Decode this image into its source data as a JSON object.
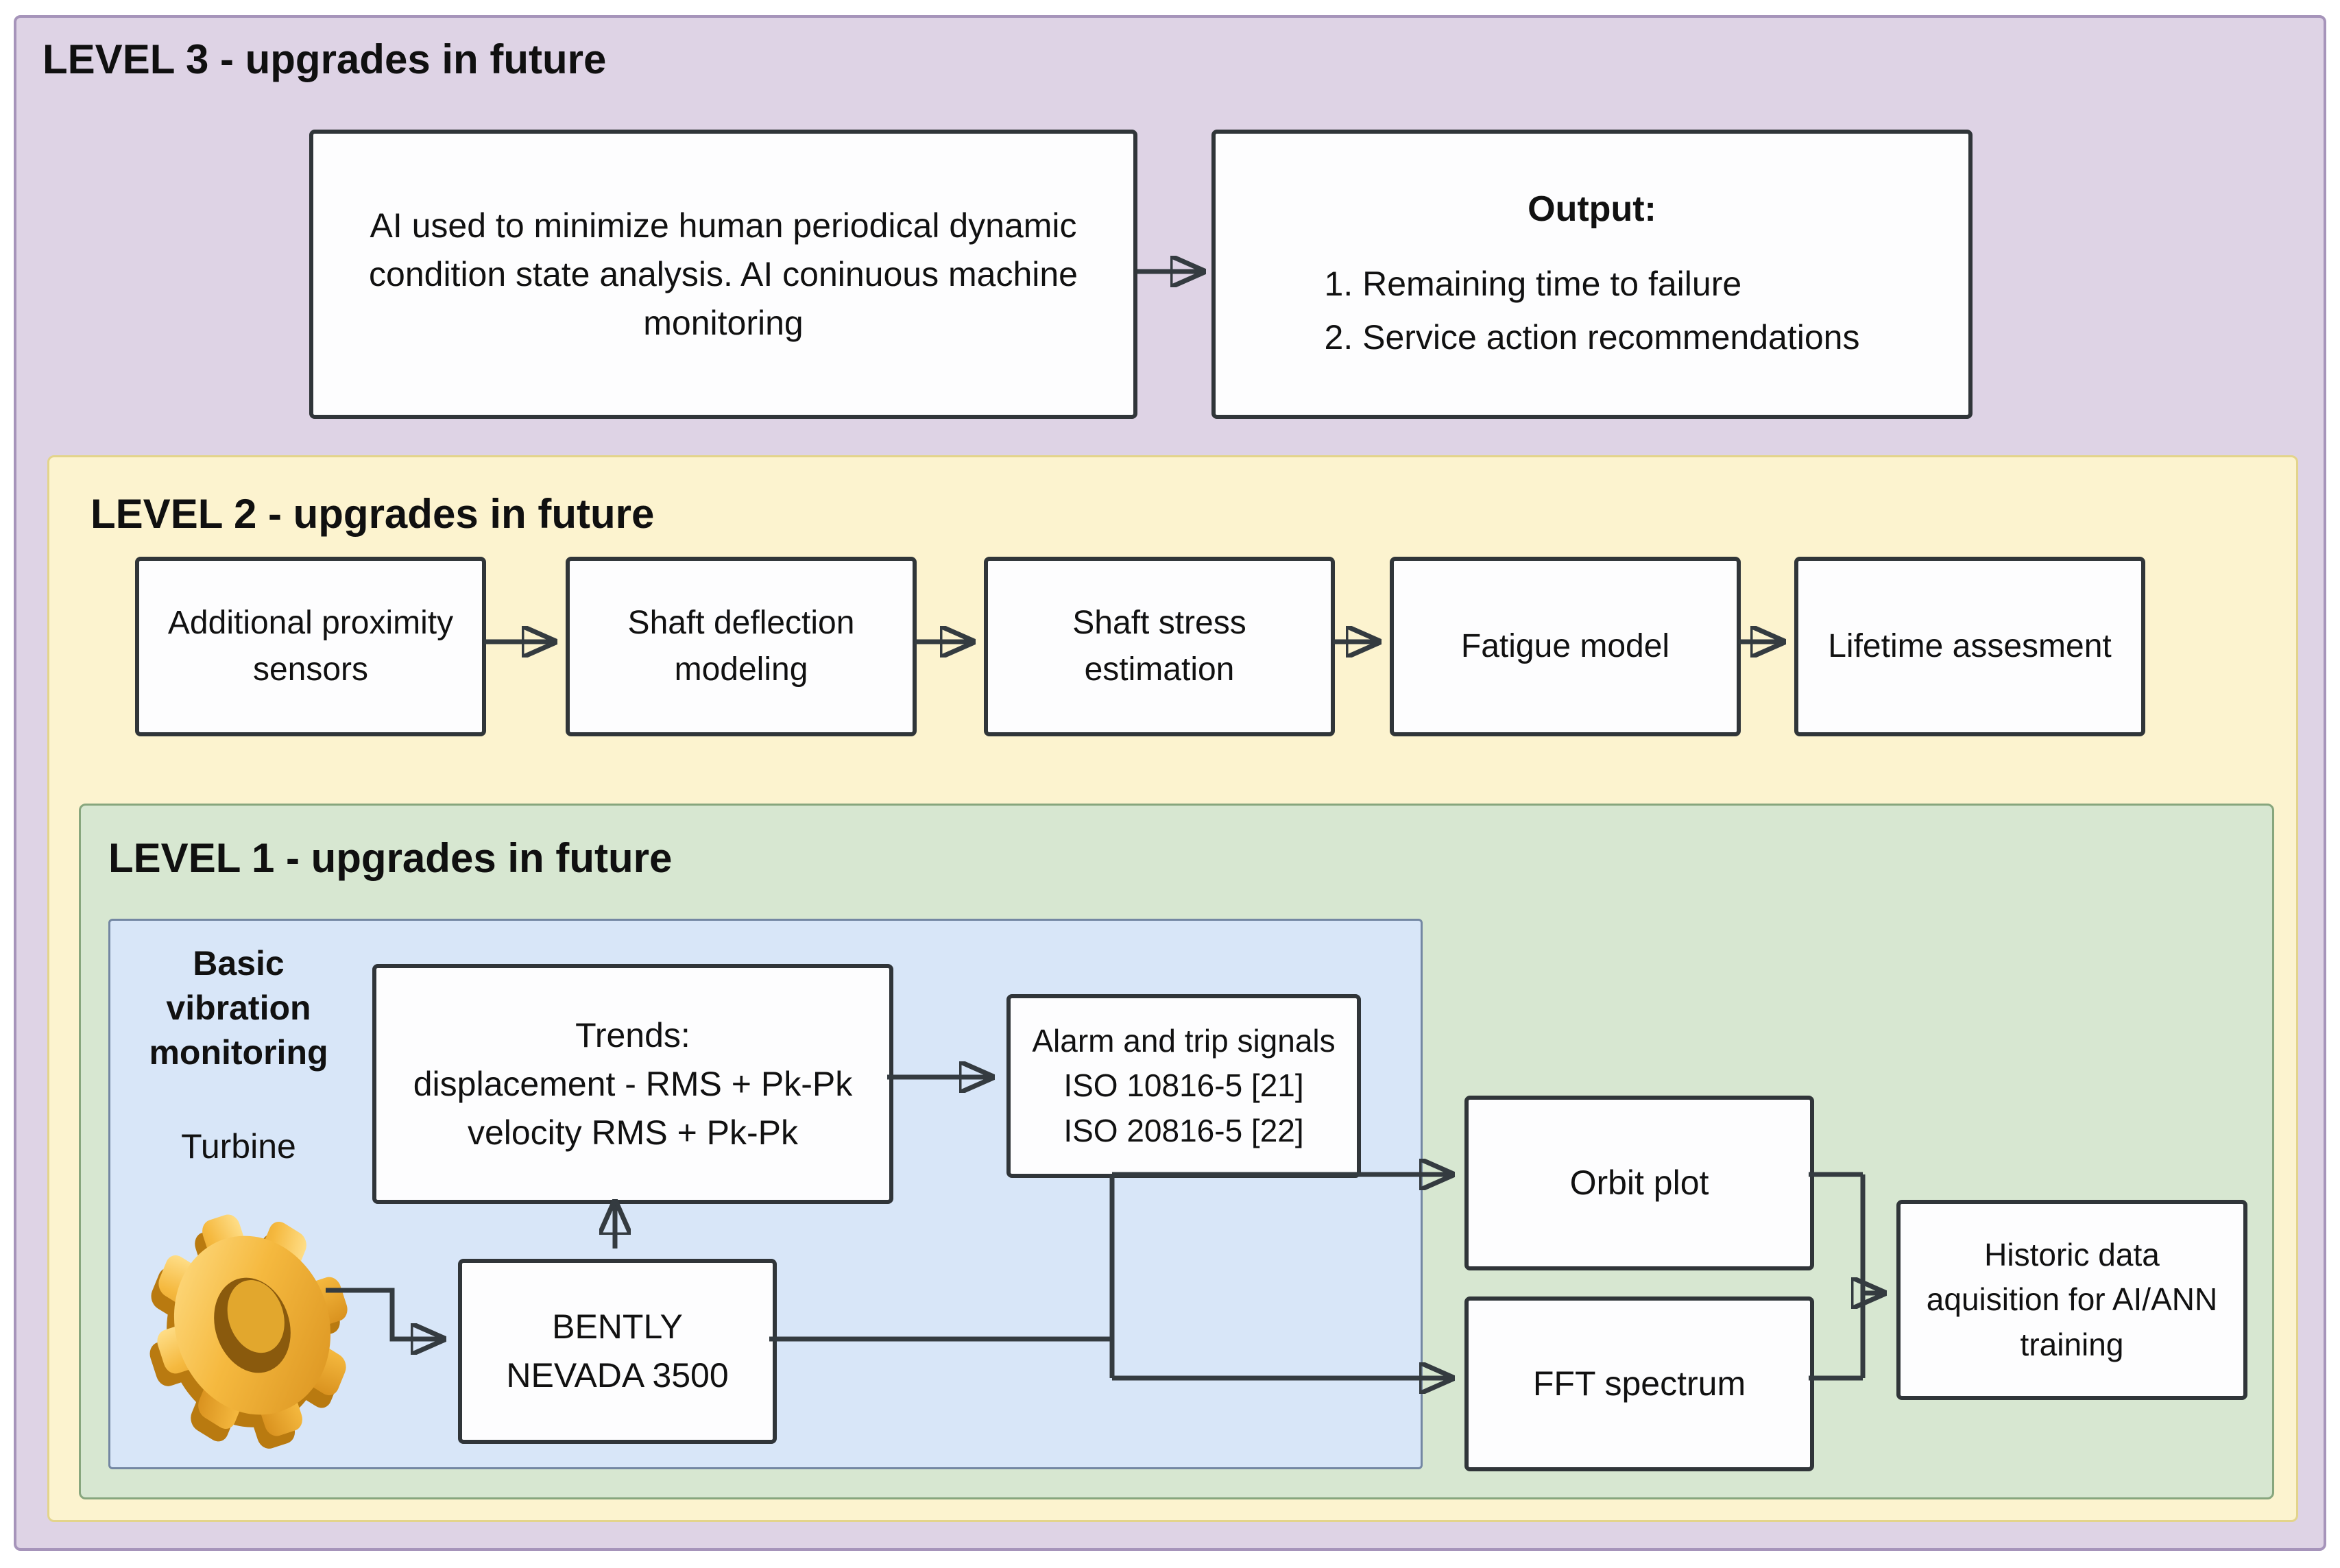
{
  "figure": {
    "type": "nested-flowchart",
    "description_domain": "machine condition monitoring levels"
  },
  "colors": {
    "level3_fill": "#ded3e5",
    "level3_border": "#a694ba",
    "level2_fill": "#fcf3cf",
    "level2_border": "#e3d48b",
    "level1_fill": "#d7e7d1",
    "level1_border": "#87a67d",
    "monitoring_area_fill": "#d8e6f8",
    "monitoring_area_border": "#7487a3",
    "node_fill": "#fdfdfe",
    "node_border": "#303539",
    "connector": "#343b40",
    "gear_gold": "#f5b93f"
  },
  "level3": {
    "title": "LEVEL 3 - upgrades in future",
    "ai_box": "AI used to minimize human periodical dynamic\ncondition state analysis. AI coninuous machine\nmonitoring",
    "output_box": {
      "heading": "Output:",
      "items": "1. Remaining time to failure\n2. Service action recommendations"
    }
  },
  "level2": {
    "title": "LEVEL 2 - upgrades in future",
    "boxes": [
      "Additional proximity\nsensors",
      "Shaft deflection\nmodeling",
      "Shaft stress\nestimation",
      "Fatigue model",
      "Lifetime assesment"
    ]
  },
  "level1": {
    "title": "LEVEL 1 - upgrades in future",
    "monitoring_label": "Basic\nvibration\nmonitoring",
    "turbine_label": "Turbine",
    "turbine_icon": "gear-icon",
    "trends_box": "Trends:\ndisplacement - RMS + Pk-Pk\nvelocity RMS + Pk-Pk",
    "alarm_box": "Alarm and trip signals\nISO 10816-5 [21]\nISO 20816-5 [22]",
    "bently_box": "BENTLY\nNEVADA 3500",
    "orbit_box": "Orbit plot",
    "fft_box": "FFT spectrum",
    "historic_box": "Historic data\naquisition for AI/ANN\ntraining"
  }
}
